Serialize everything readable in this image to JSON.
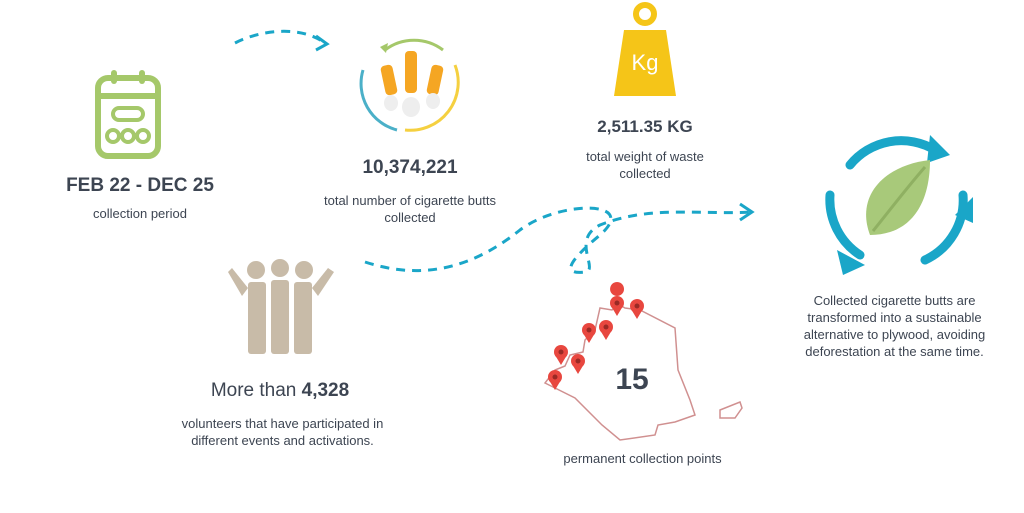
{
  "period": {
    "value": "FEB 22 - DEC 25",
    "label": "collection period"
  },
  "butts": {
    "value": "10,374,221",
    "label": "total number of cigarette butts collected"
  },
  "weight": {
    "value": "2,511.35 KG",
    "label": "total weight of waste collected",
    "icon_text": "Kg"
  },
  "volunteers": {
    "prefix": "More than ",
    "value": "4,328",
    "label": "volunteers that have participated in different events and activations."
  },
  "points": {
    "value": "15",
    "label": "permanent collection points"
  },
  "recycle": {
    "label": "Collected cigarette butts are transformed into a sustainable alternative to plywood, avoiding deforestation at the same time."
  },
  "colors": {
    "teal": "#1aa6c8",
    "green": "#a5c86a",
    "yellow": "#f5c518",
    "beige": "#c8bba8",
    "red": "#e8473f"
  }
}
